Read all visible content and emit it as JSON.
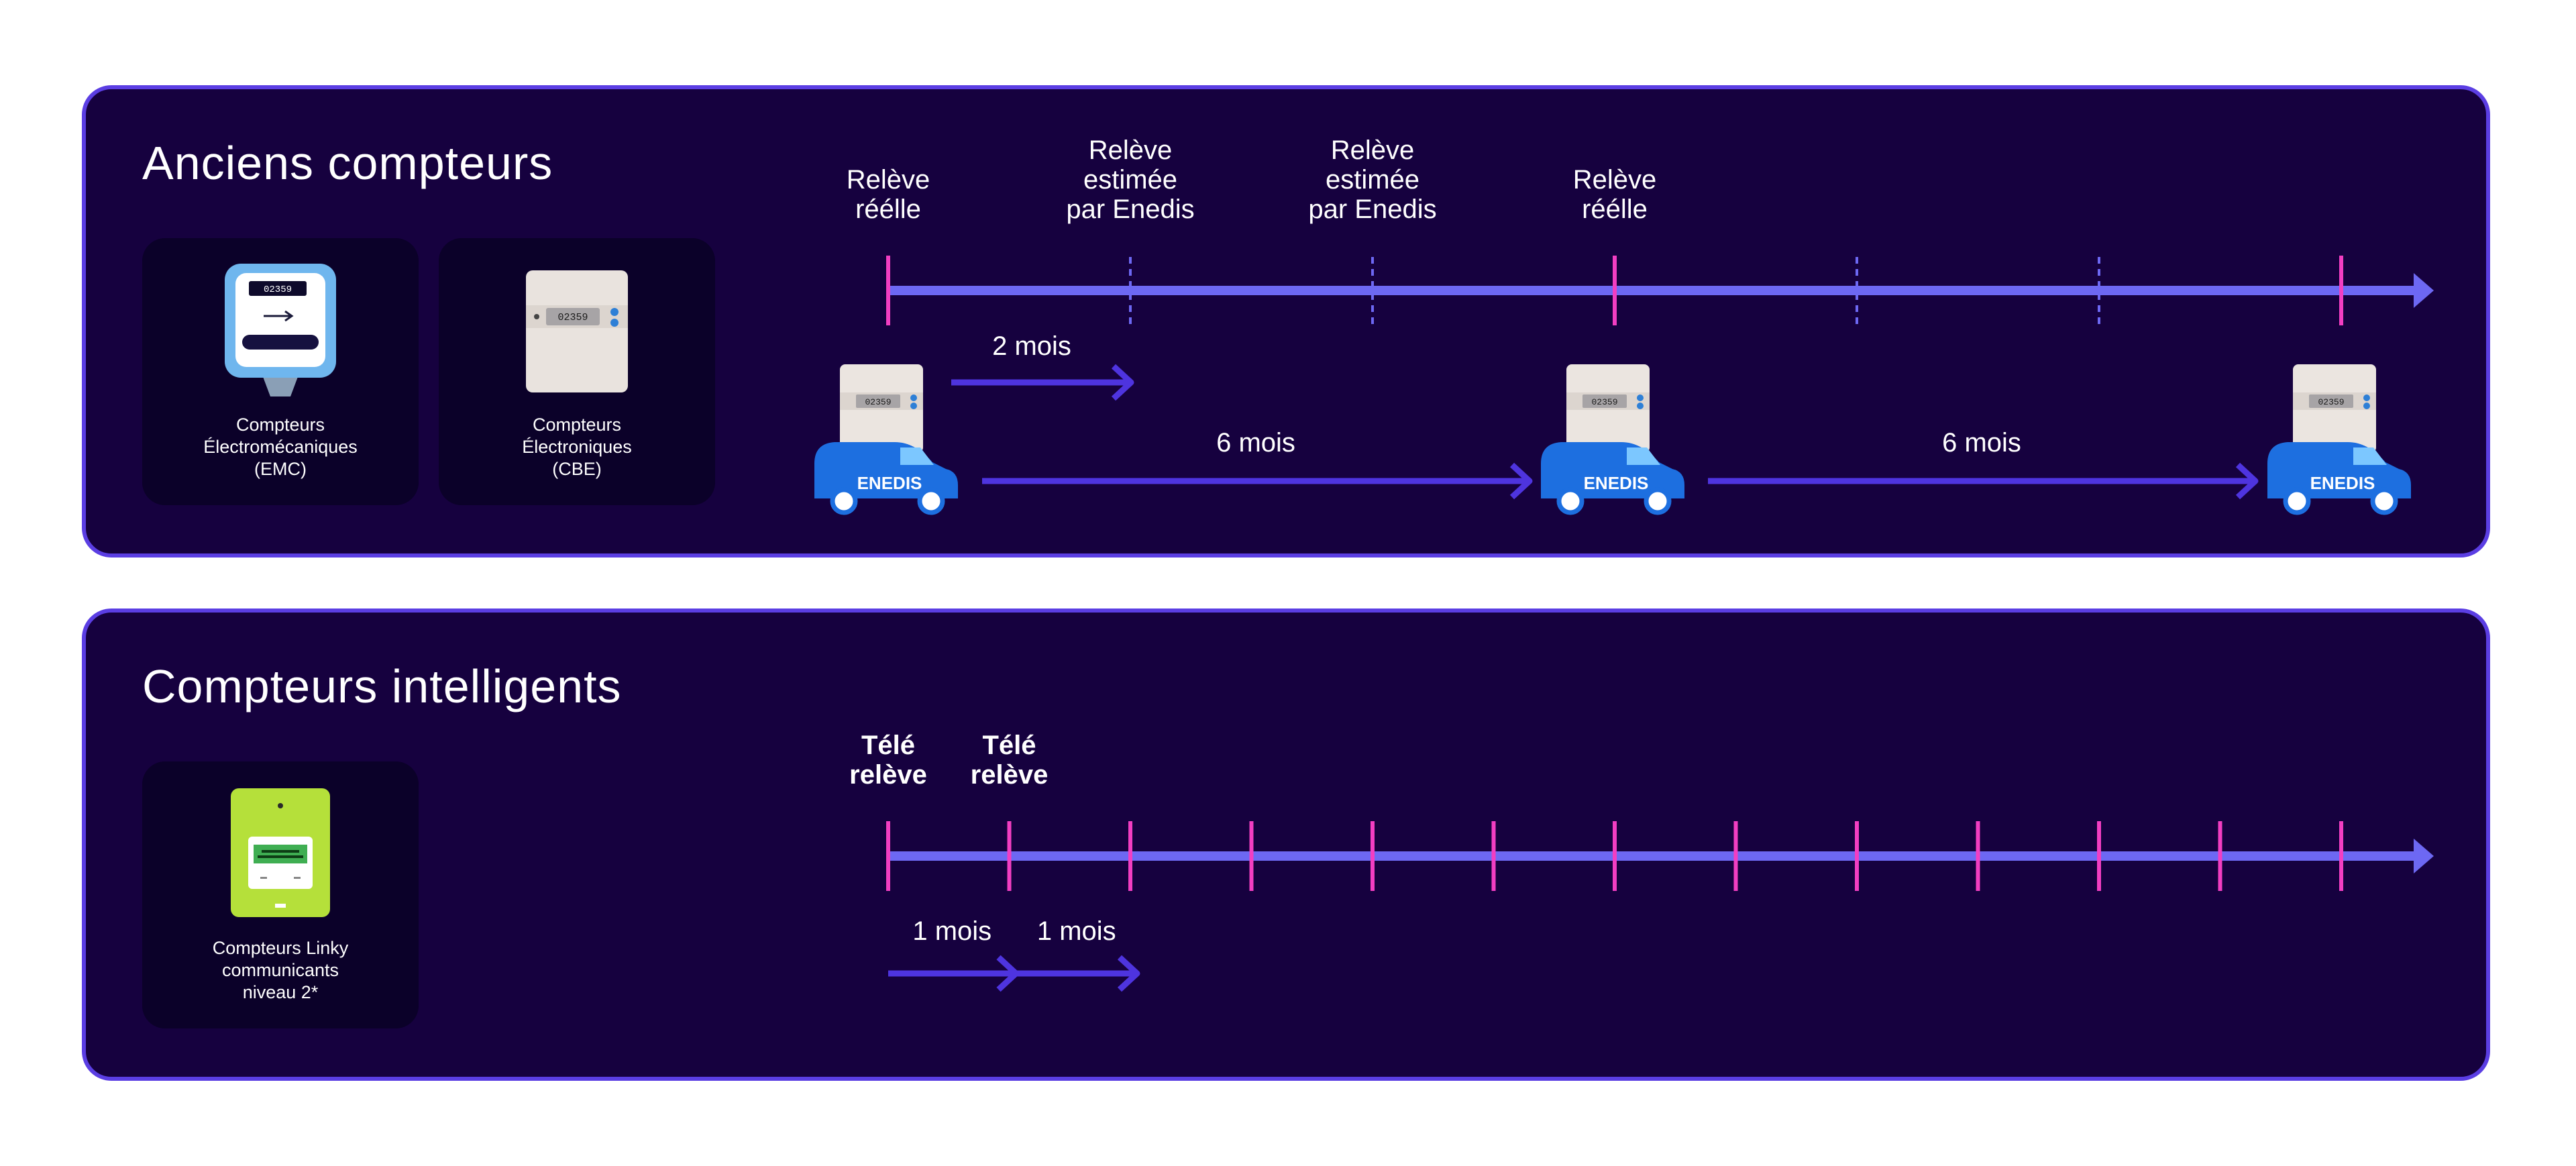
{
  "colors": {
    "panel_bg": "#16013f",
    "panel_border": "#5b3ee3",
    "card_bg": "#0b0129",
    "axis": "#6d68f3",
    "tick": "#f23ec2",
    "span_arrow": "#4e34df",
    "van": "#1d6fe0"
  },
  "old_meters": {
    "title": "Anciens compteurs",
    "cards": [
      {
        "caption": "Compteurs\nÉlectromécaniques\n(EMC)",
        "meter_reading": "02359",
        "icon": "electromechanical-meter-icon"
      },
      {
        "caption": "Compteurs\nÉlectroniques\n(CBE)",
        "meter_reading": "02359",
        "icon": "electronic-meter-icon"
      }
    ],
    "events": [
      {
        "label": "Relève\nréélle",
        "type": "actual"
      },
      {
        "label": "Relève\nestimée\npar Enedis",
        "type": "estimated"
      },
      {
        "label": "Relève\nestimée\npar Enedis",
        "type": "estimated"
      },
      {
        "label": "Relève\nréélle",
        "type": "actual"
      },
      {
        "label": "",
        "type": "estimated"
      },
      {
        "label": "",
        "type": "estimated"
      },
      {
        "label": "",
        "type": "actual"
      }
    ],
    "interval_label": "2 mois",
    "cycle_labels": [
      "6 mois",
      "6 mois"
    ],
    "van_brand": "ENEDIS",
    "van_meter_reading": "02359"
  },
  "smart_meters": {
    "title": "Compteurs intelligents",
    "cards": [
      {
        "caption": "Compteurs Linky\ncommunicants\nniveau 2*",
        "icon": "linky-meter-icon"
      }
    ],
    "tick_count": 13,
    "event_labels": [
      "Télé\nrelève",
      "Télé\nrelève"
    ],
    "interval_labels": [
      "1 mois",
      "1 mois"
    ]
  }
}
